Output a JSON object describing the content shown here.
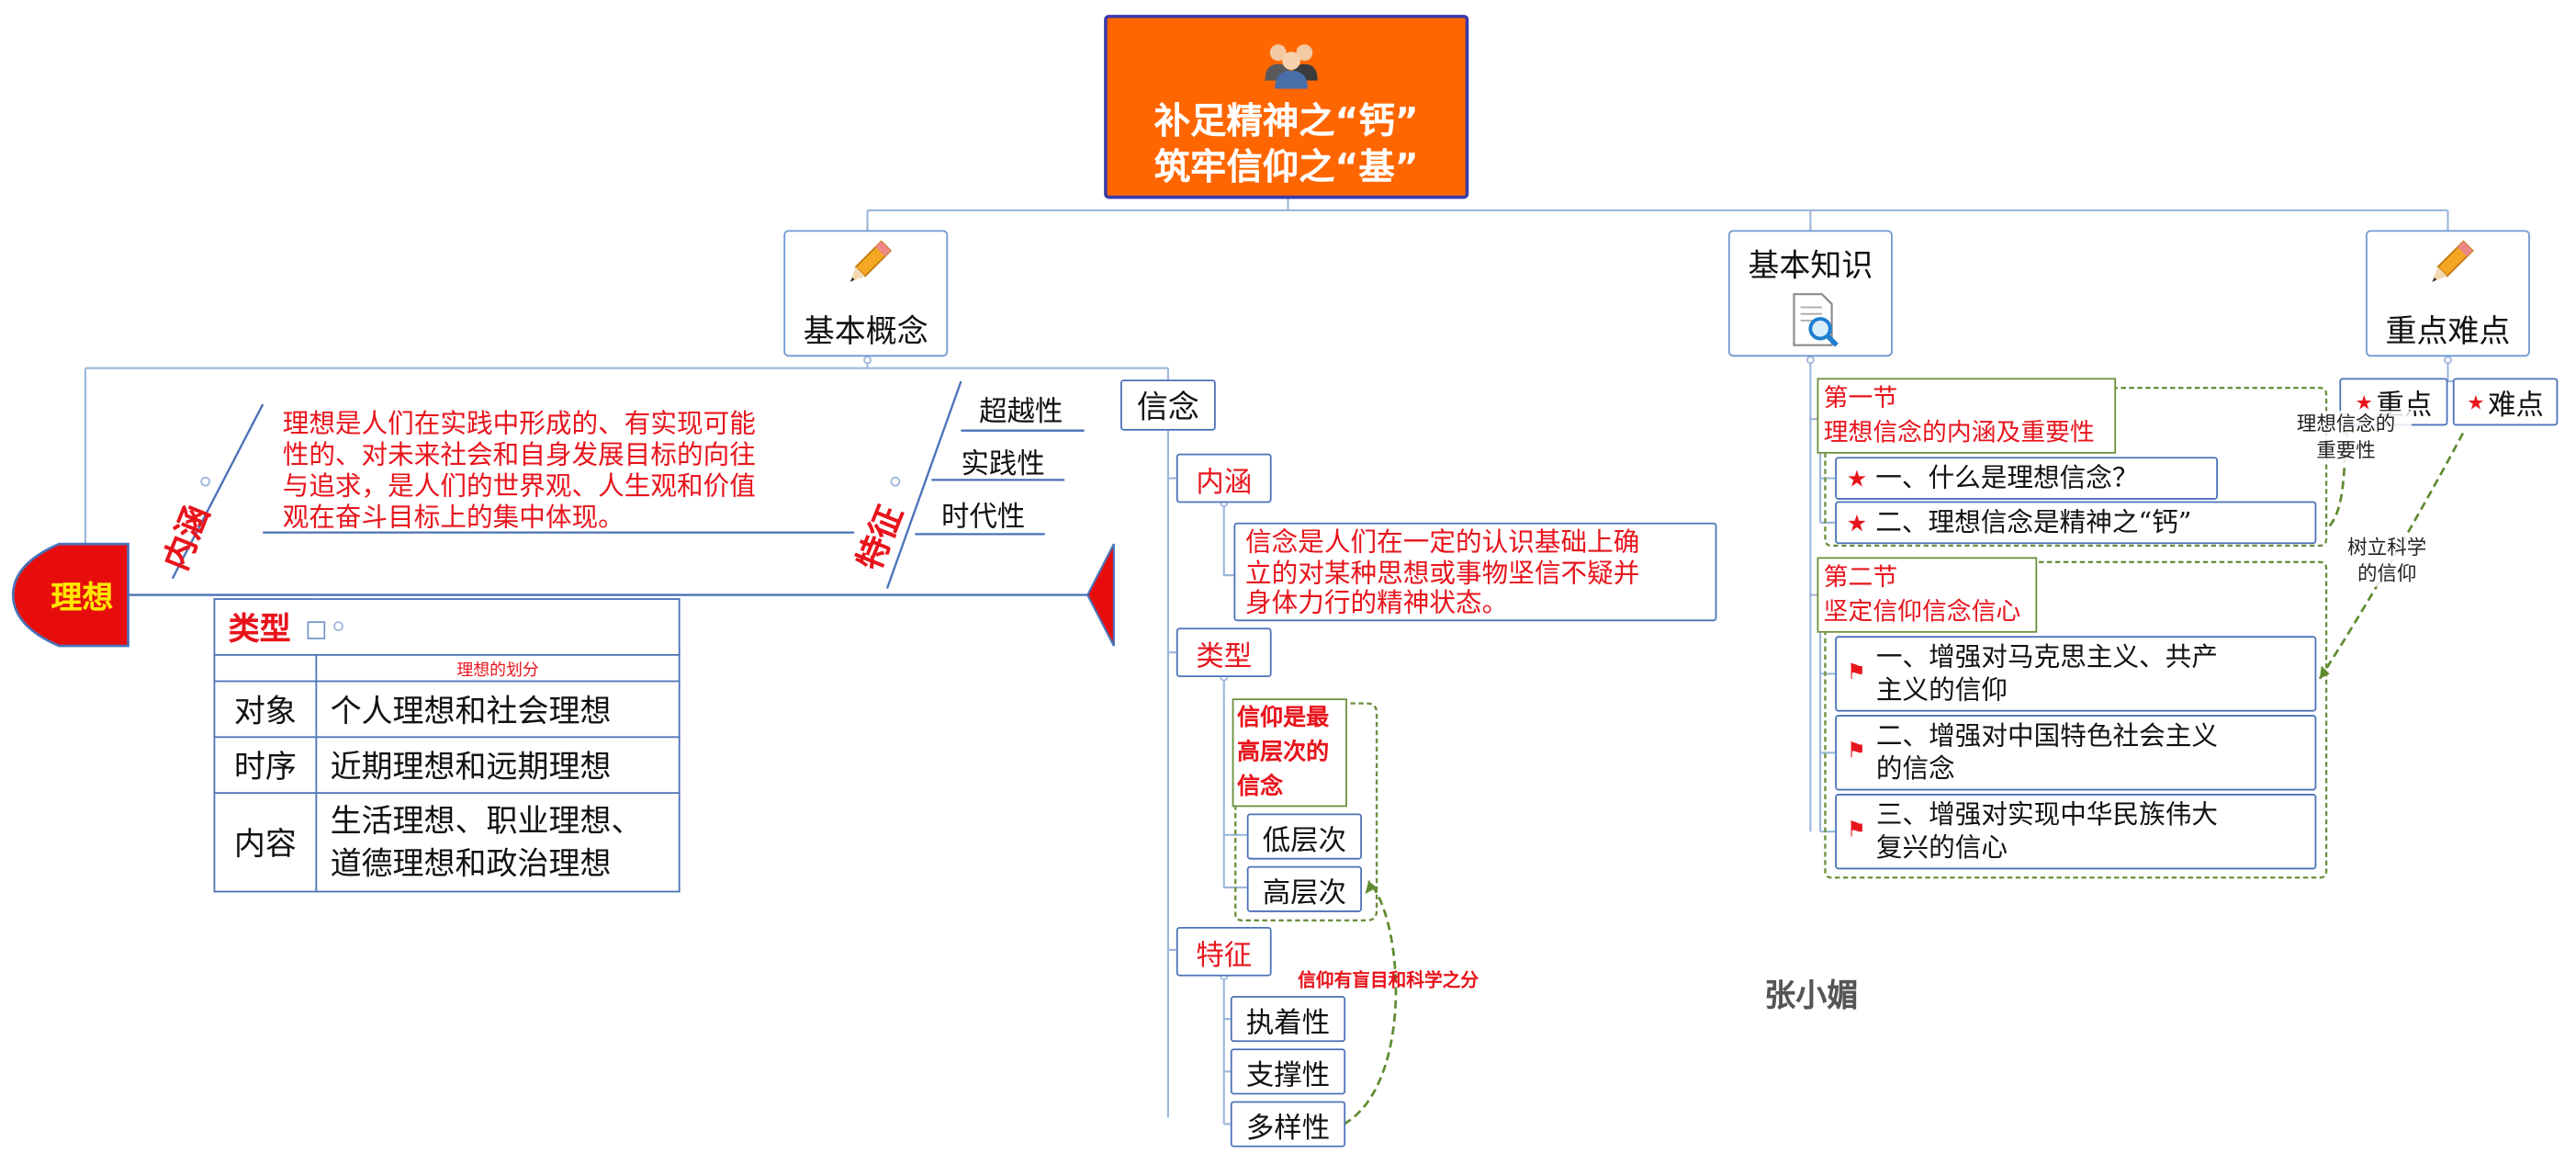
{
  "root": {
    "line1": "补足精神之“钙”",
    "line2": "筑牢信仰之“基”"
  },
  "branches": {
    "concept": "基本概念",
    "knowledge": "基本知识",
    "keypoints": "重点难点"
  },
  "ideal": {
    "label": "理想",
    "neihan_label": "内涵",
    "tezheng_label": "特征",
    "definition": [
      "理想是人们在实践中形成的、有实现可能",
      "性的、对未来社会和自身发展目标的向往",
      "与追求，是人们的世界观、人生观和价值",
      "观在奋斗目标上的集中体现。"
    ],
    "features": [
      "超越性",
      "实践性",
      "时代性"
    ],
    "types": {
      "title": "类型",
      "caption": "理想的划分",
      "rows": [
        {
          "key": "对象",
          "value": [
            "个人理想和社会理想"
          ]
        },
        {
          "key": "时序",
          "value": [
            "近期理想和远期理想"
          ]
        },
        {
          "key": "内容",
          "value": [
            "生活理想、职业理想、",
            "道德理想和政治理想"
          ]
        }
      ]
    }
  },
  "belief": {
    "label": "信念",
    "neihan_label": "内涵",
    "definition": [
      "信念是人们在一定的认识基础上确",
      "立的对某种思想或事物坚信不疑并",
      "身体力行的精神状态。"
    ],
    "types_label": "类型",
    "highest": [
      "信仰是最",
      "高层次的",
      "信念"
    ],
    "levels": [
      "低层次",
      "高层次"
    ],
    "features_label": "特征",
    "features": [
      "执着性",
      "支撑性",
      "多样性"
    ],
    "faith_note": "信仰有盲目和科学之分"
  },
  "knowledge": {
    "section1": {
      "title": "第一节",
      "subtitle": "理想信念的内涵及重要性",
      "items": [
        [
          "一、什么是理想信念？"
        ],
        [
          "二、理想信念是精神之“钙”"
        ]
      ]
    },
    "section2": {
      "title": "第二节",
      "subtitle": "坚定信仰信念信心",
      "items": [
        [
          "一、增强对马克思主义、共产",
          "主义的信仰"
        ],
        [
          "二、增强对中国特色社会主义",
          "的信念"
        ],
        [
          "三、增强对实现中华民族伟大",
          "复兴的信心"
        ]
      ]
    }
  },
  "keypoints": {
    "key": "重点",
    "difficult": "难点",
    "note_key": [
      "理想信念的",
      "重要性"
    ],
    "note_difficult": [
      "树立科学",
      "的信仰"
    ]
  },
  "author": "张小媚",
  "colors": {
    "root": "#ff6600",
    "border": "#4a72b8",
    "red": "#e8141c",
    "green": "#6b8f3a"
  }
}
